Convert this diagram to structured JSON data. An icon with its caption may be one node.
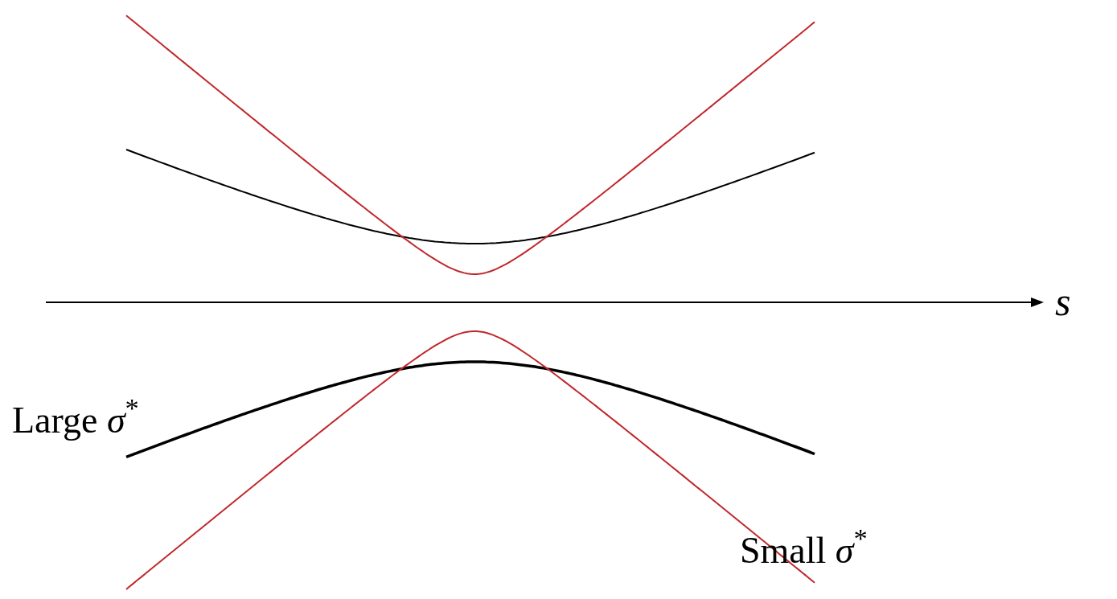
{
  "diagram": {
    "labels": [
      "s",
      "Large *σ*$^{*}$",
      "Small *σ*$^{*}$"
    ]
  }
}
